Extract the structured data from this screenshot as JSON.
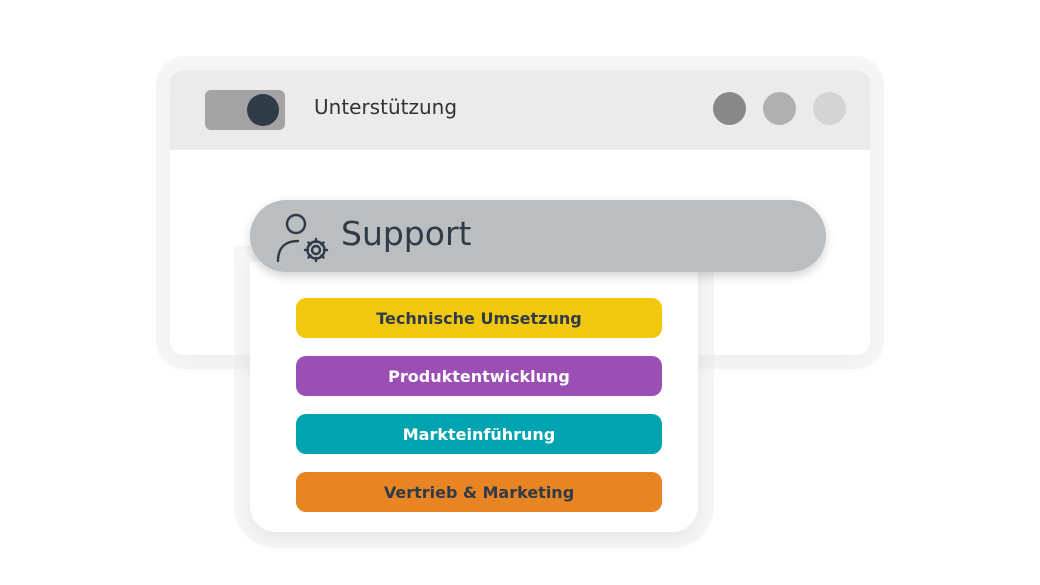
{
  "window": {
    "title": "Unterstützung",
    "dots": [
      "#888888",
      "#b0b0b0",
      "#d4d4d4"
    ]
  },
  "support": {
    "label": "Support",
    "icon": "user-gear-icon"
  },
  "menu": {
    "items": [
      {
        "label": "Technische Umsetzung",
        "color": "#f2c80f",
        "text": "#2f3b47"
      },
      {
        "label": "Produktentwicklung",
        "color": "#9b4fb5",
        "text": "#ffffff"
      },
      {
        "label": "Markteinführung",
        "color": "#00a3b0",
        "text": "#ffffff"
      },
      {
        "label": "Vertrieb & Marketing",
        "color": "#e88423",
        "text": "#2f3b47"
      }
    ]
  }
}
